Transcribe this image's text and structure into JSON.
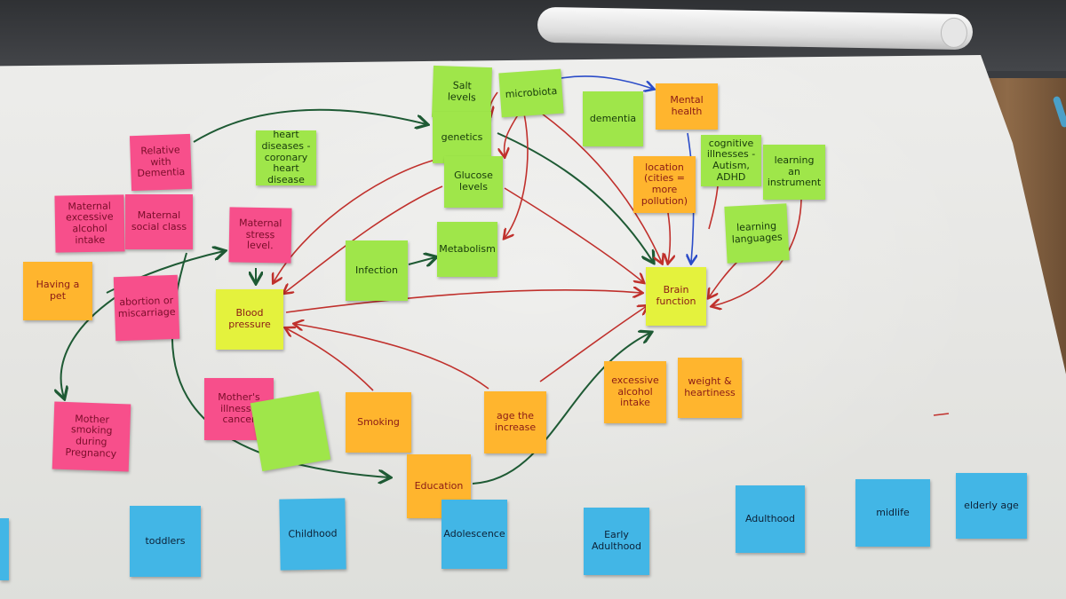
{
  "notes": {
    "relative_with_dementia": "Relative with Dementia",
    "heart_diseases": "heart diseases - coronary heart disease",
    "maternal_excessive_alcohol": "Maternal excessive alcohol intake",
    "maternal_social_class": "Maternal social class",
    "maternal_stress": "Maternal stress level.",
    "having_a_pet": "Having a pet",
    "abortion": "abortion or miscarriage",
    "blood_pressure": "Blood pressure",
    "mother_smoking": "Mother smoking during Pregnancy",
    "mothers_illness": "Mother's illness - cancer",
    "salt_levels": "Salt levels",
    "microbiota": "microbiota",
    "genetics": "genetics",
    "glucose_levels": "Glucose levels",
    "infection": "Infection",
    "metabolism": "Metabolism",
    "smoking": "Smoking",
    "age": "age the increase",
    "education": "Education",
    "dementia": "dementia",
    "mental_health": "Mental health",
    "location": "location (cities = more pollution)",
    "cognitive_illnesses": "cognitive illnesses - Autism, ADHD",
    "learning_instrument": "learning an instrument",
    "learning_languages": "learning languages",
    "brain_function": "Brain function",
    "excessive_alcohol": "excessive alcohol intake",
    "weight_heartiness": "weight & heartiness"
  },
  "timeline": {
    "toddlers": "toddlers",
    "childhood": "Childhood",
    "adolescence": "Adolescence",
    "early_adulthood": "Early Adulthood",
    "adulthood": "Adulthood",
    "midlife": "midlife",
    "elderly_age": "elderly age"
  },
  "colors": {
    "pink_note": "#f74f8b",
    "green_note": "#9fe64a",
    "yellow_note": "#ffb52e",
    "lime_note": "#e4f23d",
    "blue_note": "#42b6e6",
    "arrow_green": "#1e5a34",
    "arrow_red": "#c0302c",
    "arrow_blue": "#2b4cc8"
  }
}
